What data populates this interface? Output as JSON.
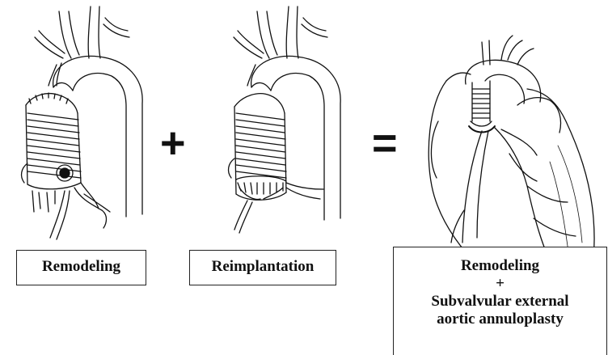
{
  "operators": {
    "plus": "+",
    "equals": "="
  },
  "labels": {
    "remodeling": "Remodeling",
    "reimplantation": "Reimplantation",
    "combined": {
      "line1": "Remodeling",
      "line2": "+",
      "line3": "Subvalvular external",
      "line4": "aortic annuloplasty"
    }
  },
  "illustrations": [
    {
      "name": "remodeling-aorta",
      "depicts": "aortic root remodeling graft with coronary reimplant"
    },
    {
      "name": "reimplantation-aorta",
      "depicts": "aortic valve reimplantation graft"
    },
    {
      "name": "heart-with-annuloplasty",
      "depicts": "heart with remodeling and external annuloplasty"
    }
  ]
}
